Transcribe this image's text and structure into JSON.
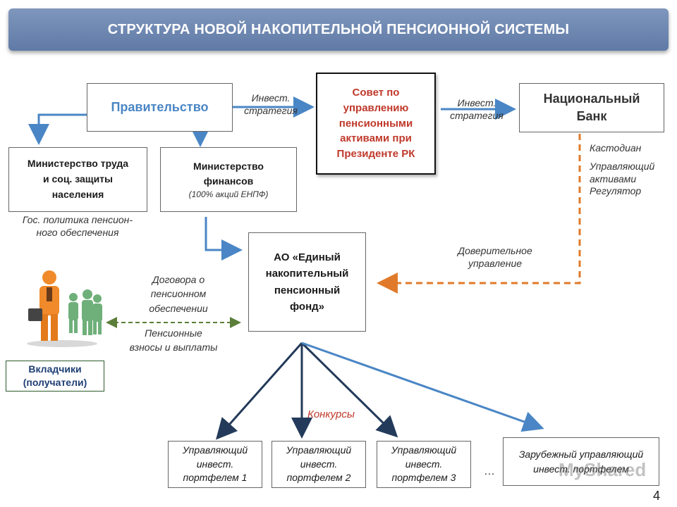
{
  "title": "СТРУКТУРА НОВОЙ НАКОПИТЕЛЬНОЙ ПЕНСИОННОЙ СИСТЕМЫ",
  "nodes": {
    "government": "Правительство",
    "council": [
      "Совет по",
      "управлению",
      "пенсионными",
      "активами при",
      "Президенте РК"
    ],
    "national_bank": [
      "Национальный",
      "Банк"
    ],
    "ministry_labor": [
      "Министерство труда",
      "и соц. защиты",
      "населения"
    ],
    "ministry_finance": {
      "lines": [
        "Министерство",
        "финансов"
      ],
      "note": "(100% акций ЕНПФ)"
    },
    "enpf": [
      "АО «Единый",
      "накопительный",
      "пенсионный",
      "фонд»"
    ],
    "depositors": [
      "Вкладчики",
      "(получатели)"
    ],
    "managers": [
      [
        "Управляющий",
        "инвест.",
        "портфелем 1"
      ],
      [
        "Управляющий",
        "инвест.",
        "портфелем 2"
      ],
      [
        "Управляющий",
        "инвест.",
        "портфелем 3"
      ]
    ],
    "foreign_manager": [
      "Зарубежный управляющий",
      "инвест. портфелем"
    ]
  },
  "labels": {
    "invest_strategy_1": [
      "Инвест.",
      "стратегия"
    ],
    "invest_strategy_2": [
      "Инвест.",
      "стратегия"
    ],
    "bank_roles": [
      "Кастодиан",
      "Управляющий",
      "активами",
      "Регулятор"
    ],
    "gov_policy": [
      "Гос. политика пенсион-",
      "ного обеспечения"
    ],
    "trust_management": [
      "Доверительное",
      "управление"
    ],
    "contracts": [
      "Договора о",
      "пенсионном",
      "обеспечении"
    ],
    "contributions": [
      "Пенсионные",
      "взносы и выплаты"
    ],
    "tenders": "Конкурсы",
    "ellipsis": "…",
    "page_number": "4",
    "watermark": "MyShared"
  },
  "colors": {
    "title_bg": "#6f88b2",
    "accent_blue": "#4a86c5",
    "council_text": "#c0392b",
    "orange_dash": "#e07a2a",
    "green_dash": "#5b7f3a",
    "dark_arrow": "#233a5a"
  }
}
